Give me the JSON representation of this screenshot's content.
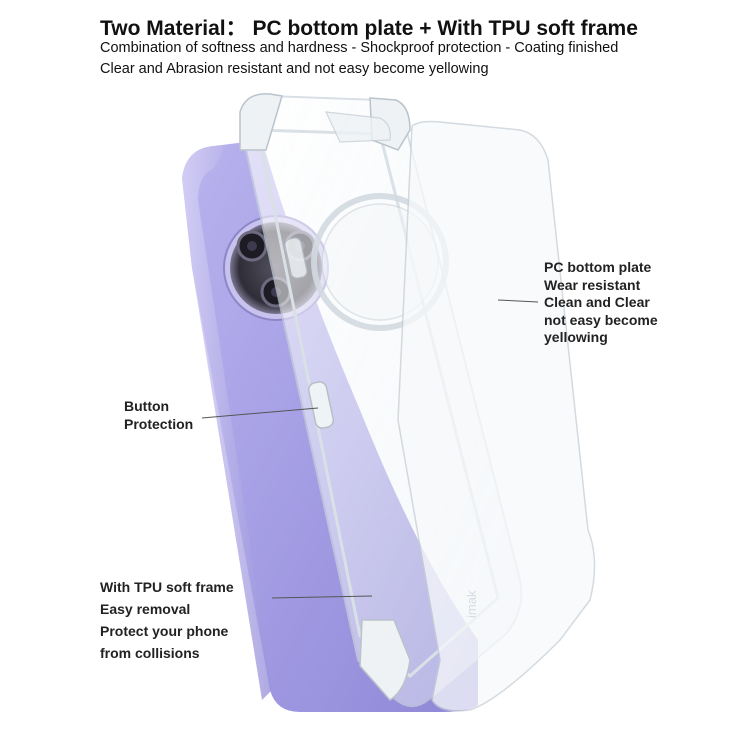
{
  "header": {
    "title": "Two Material： PC bottom plate + With TPU soft frame",
    "line1": "Combination of softness and hardness - Shockproof protection - Coating finished",
    "line2": "Clear and Abrasion resistant and not easy become yellowing"
  },
  "callouts": {
    "pc_plate": [
      "PC bottom plate",
      "Wear resistant",
      "Clean and Clear",
      "not easy become",
      "yellowing"
    ],
    "button": [
      "Button",
      "Protection"
    ],
    "tpu_frame": [
      "With TPU soft frame",
      "Easy removal",
      "Protect your phone",
      "from collisions"
    ]
  },
  "product": {
    "watermark": "imak",
    "phone_color": "#a9a2e6",
    "icons": [
      "phone-back-image",
      "tpu-frame-image",
      "pc-plate-image",
      "camera-module-icon"
    ]
  }
}
